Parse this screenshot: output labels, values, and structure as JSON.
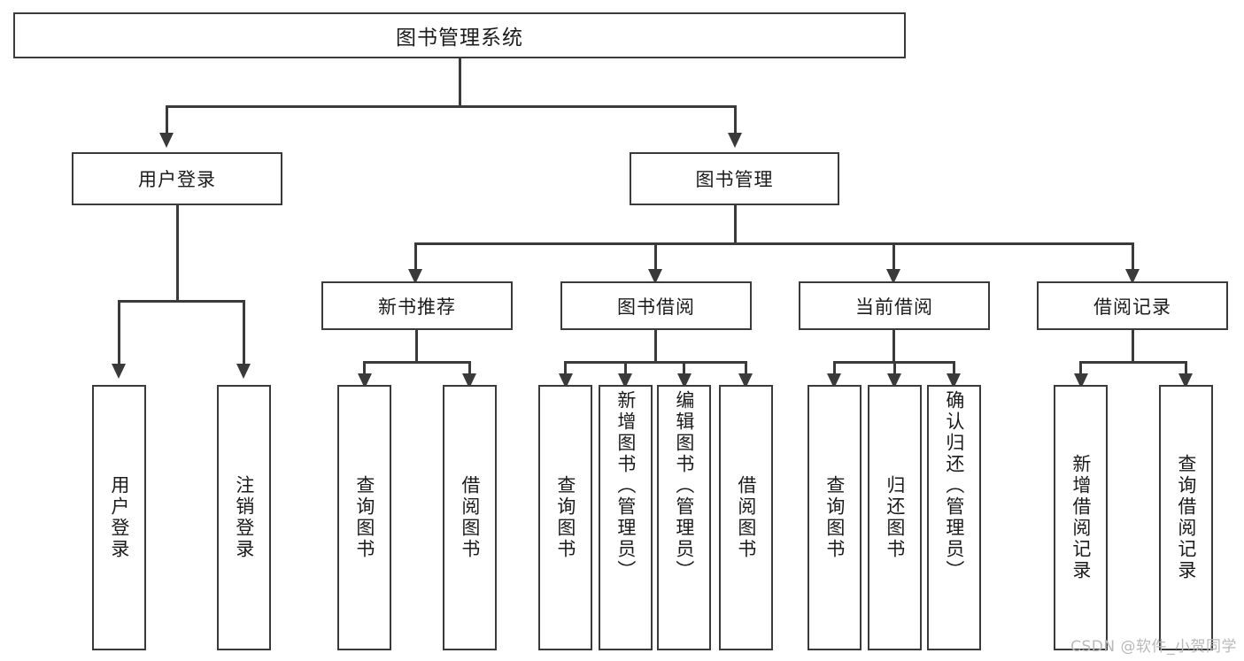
{
  "diagram": {
    "title": "图书管理系统",
    "type": "功能结构图",
    "root": {
      "label": "图书管理系统"
    },
    "level2": [
      {
        "id": "user-login",
        "label": "用户登录"
      },
      {
        "id": "book-manage",
        "label": "图书管理"
      }
    ],
    "level3": [
      {
        "id": "new-book-recommend",
        "label": "新书推荐",
        "parent": "book-manage"
      },
      {
        "id": "book-borrow",
        "label": "图书借阅",
        "parent": "book-manage"
      },
      {
        "id": "current-borrow",
        "label": "当前借阅",
        "parent": "book-manage"
      },
      {
        "id": "borrow-record",
        "label": "借阅记录",
        "parent": "book-manage"
      }
    ],
    "leaves": [
      {
        "id": "leaf-user-login",
        "label": "用户登录",
        "parent": "user-login"
      },
      {
        "id": "leaf-user-logout",
        "label": "注销登录",
        "parent": "user-login"
      },
      {
        "id": "leaf-query-book-1",
        "label": "查询图书",
        "parent": "new-book-recommend"
      },
      {
        "id": "leaf-borrow-book-1",
        "label": "借阅图书",
        "parent": "new-book-recommend"
      },
      {
        "id": "leaf-query-book-2",
        "label": "查询图书",
        "parent": "book-borrow"
      },
      {
        "id": "leaf-add-book",
        "label": "新增图书（管理员）",
        "parent": "book-borrow"
      },
      {
        "id": "leaf-edit-book",
        "label": "编辑图书（管理员）",
        "parent": "book-borrow"
      },
      {
        "id": "leaf-borrow-book-2",
        "label": "借阅图书",
        "parent": "book-borrow"
      },
      {
        "id": "leaf-query-book-3",
        "label": "查询图书",
        "parent": "current-borrow"
      },
      {
        "id": "leaf-return-book",
        "label": "归还图书",
        "parent": "current-borrow"
      },
      {
        "id": "leaf-confirm-return",
        "label": "确认归还（管理员）",
        "parent": "current-borrow"
      },
      {
        "id": "leaf-add-record",
        "label": "新增借阅记录",
        "parent": "borrow-record"
      },
      {
        "id": "leaf-query-record",
        "label": "查询借阅记录",
        "parent": "borrow-record"
      }
    ],
    "watermark": "CSDN @软件_小贺同学",
    "colors": {
      "stroke": "#3a3a3a",
      "fill": "#ffffff",
      "text": "#1b1b1b",
      "watermark": "#b9b9b9"
    }
  }
}
